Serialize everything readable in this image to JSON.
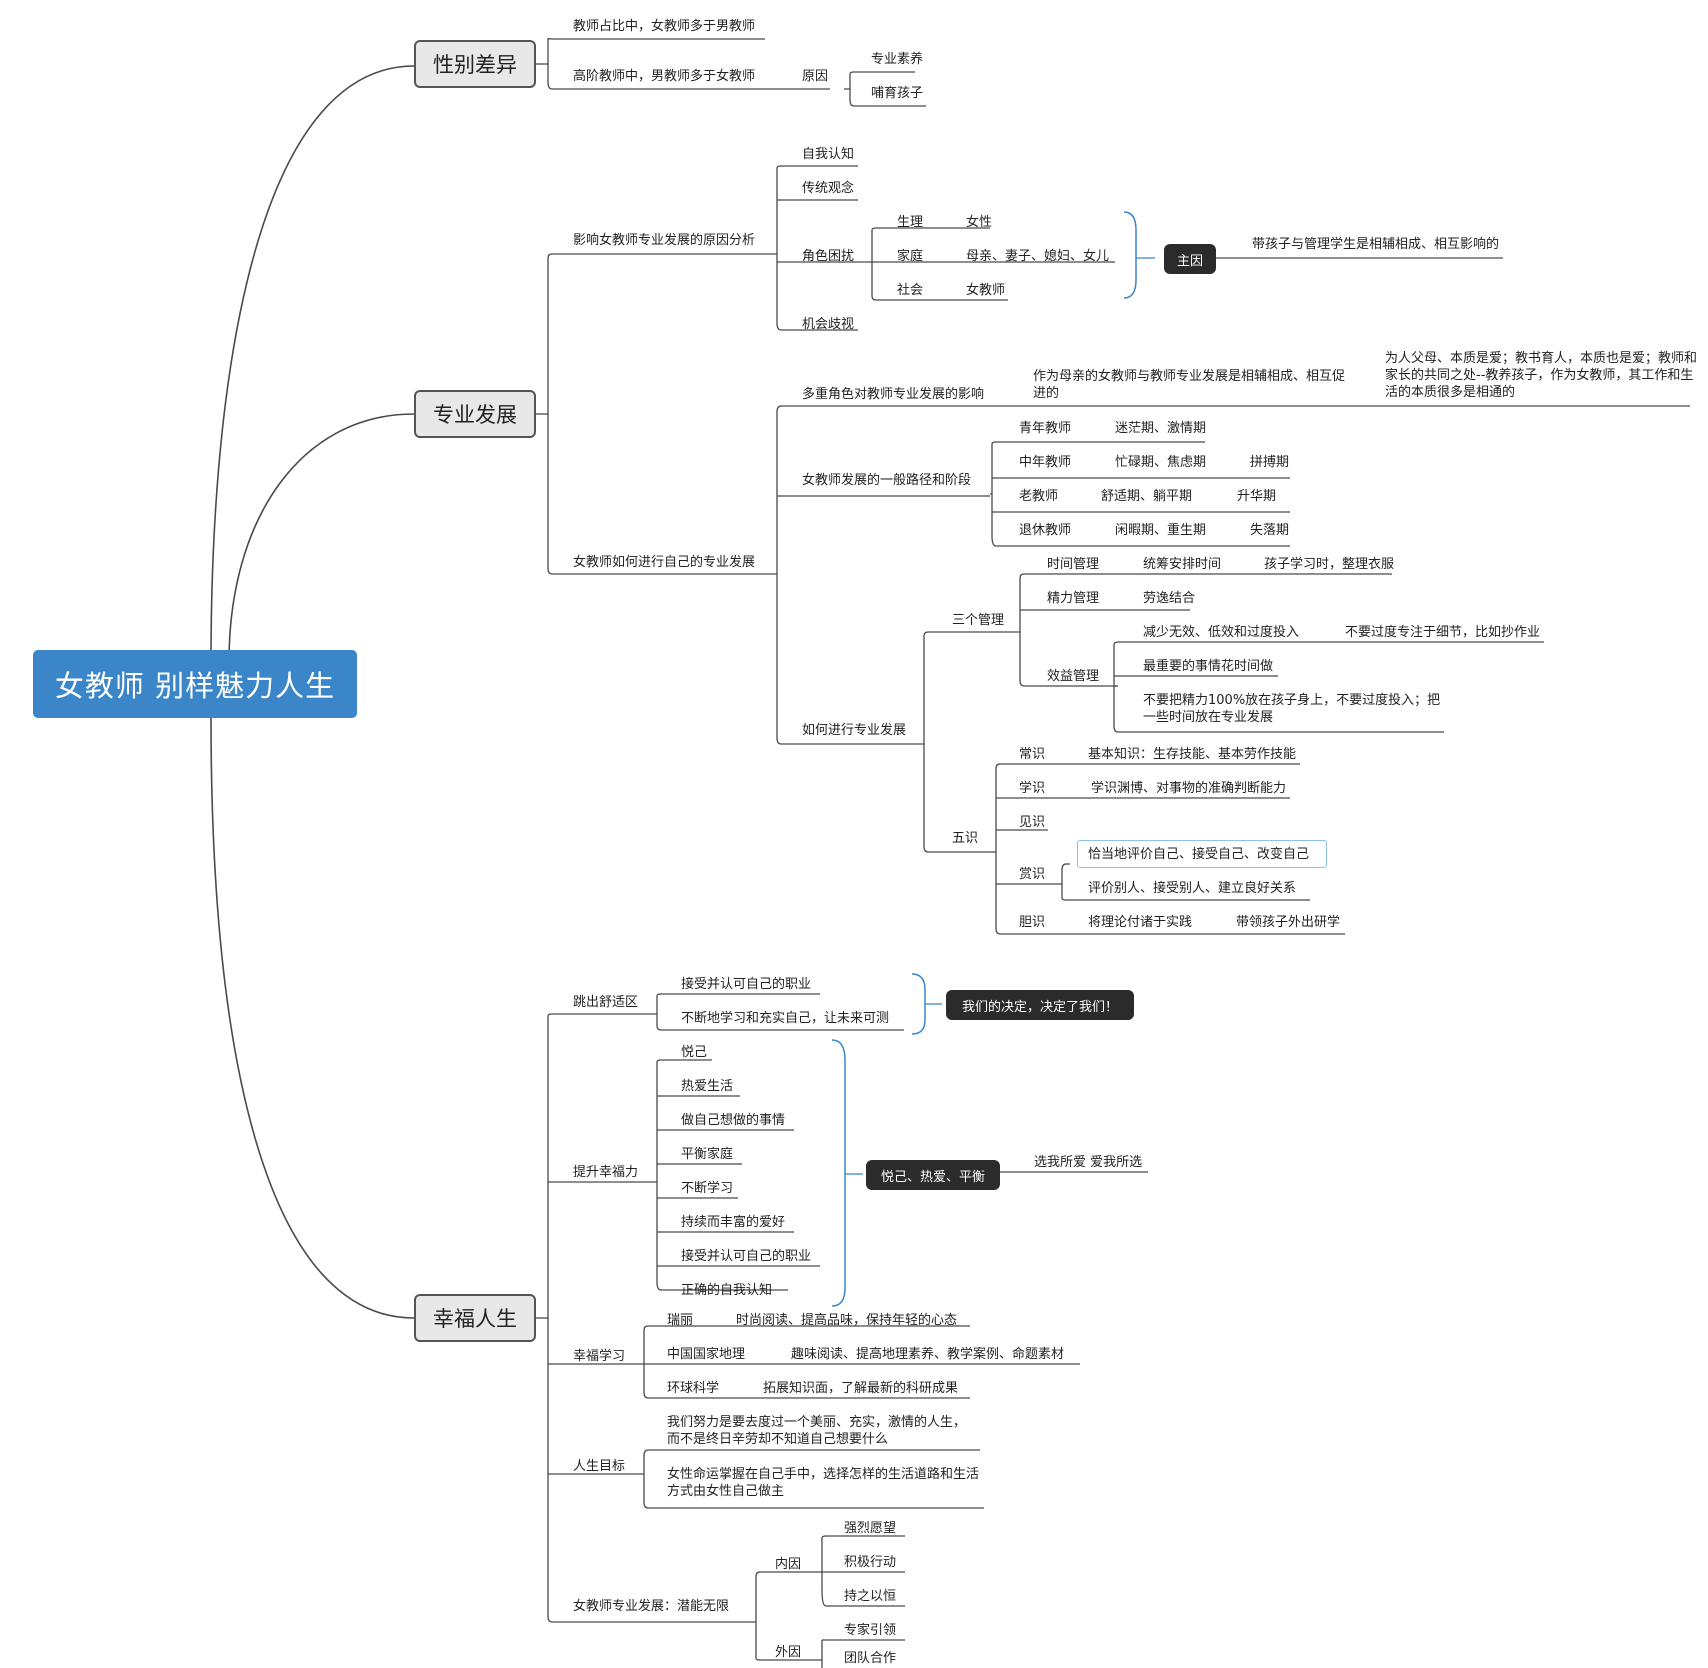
{
  "root": "女教师 别样魅力人生",
  "gender": {
    "title": "性别差异",
    "ratio": "教师占比中，女教师多于男教师",
    "senior": "高阶教师中，男教师多于女教师",
    "reason": "原因",
    "reasons": [
      "专业素养",
      "哺育孩子"
    ]
  },
  "prof": {
    "title": "专业发展",
    "causes": {
      "title": "影响女教师专业发展的原因分析",
      "self": "自我认知",
      "tradition": "传统观念",
      "role": "角色困扰",
      "opportunity": "机会歧视",
      "rows": [
        {
          "k": "生理",
          "v": "女性"
        },
        {
          "k": "家庭",
          "v": "母亲、妻子、媳妇、女儿"
        },
        {
          "k": "社会",
          "v": "女教师"
        }
      ],
      "main_cause": "主因",
      "main_cause_note": "带孩子与管理学生是相辅相成、相互影响的"
    },
    "how": {
      "title": "女教师如何进行自己的专业发展",
      "multi": "多重角色对教师专业发展的影响",
      "multi_note": "作为母亲的女教师与教师专业发展是相辅相成、相互促进的",
      "multi_note2": "为人父母、本质是爱；教书育人，本质也是爱；教师和家长的共同之处--教养孩子，作为女教师，其工作和生活的本质很多是相通的",
      "path": "女教师发展的一般路径和阶段",
      "stages": [
        {
          "who": "青年教师",
          "phase": "迷茫期、激情期",
          "next": ""
        },
        {
          "who": "中年教师",
          "phase": "忙碌期、焦虑期",
          "next": "拼搏期"
        },
        {
          "who": "老教师",
          "phase": "舒适期、躺平期",
          "next": "升华期"
        },
        {
          "who": "退休教师",
          "phase": "闲暇期、重生期",
          "next": "失落期"
        }
      ],
      "doing": "如何进行专业发展",
      "three": "三个管理",
      "time_mgmt": "时间管理",
      "time_plan": "统筹安排时间",
      "time_note": "孩子学习时，整理衣服",
      "energy": "精力管理",
      "energy_note": "劳逸结合",
      "benefit": "效益管理",
      "benefit_a": "减少无效、低效和过度投入",
      "benefit_a_note": "不要过度专注于细节，比如抄作业",
      "benefit_b": "最重要的事情花时间做",
      "benefit_c": "不要把精力100%放在孩子身上，不要过度投入；把一些时间放在专业发展",
      "five": "五识",
      "common": "常识",
      "common_note": "基本知识：生存技能、基本劳作技能",
      "learn": "学识",
      "learn_note": "学识渊博、对事物的准确判断能力",
      "view": "见识",
      "appre": "赏识",
      "appre_a": "恰当地评价自己、接受自己、改变自己",
      "appre_b": "评价别人、接受别人、建立良好关系",
      "courage": "胆识",
      "courage_note": "将理论付诸于实践",
      "courage_note2": "带领孩子外出研学"
    }
  },
  "happy": {
    "title": "幸福人生",
    "comfort": "跳出舒适区",
    "comfort_items": [
      "接受并认可自己的职业",
      "不断地学习和充实自己，让未来可测"
    ],
    "decision": "我们的决定，决定了我们！",
    "raise": "提升幸福力",
    "raise_items": [
      "悦己",
      "热爱生活",
      "做自己想做的事情",
      "平衡家庭",
      "不断学习",
      "持续而丰富的爱好",
      "接受并认可自己的职业",
      "正确的自我认知"
    ],
    "summary": "悦己、热爱、平衡",
    "summary_note": "选我所爱 爱我所选",
    "study": "幸福学习",
    "study_items": [
      {
        "k": "瑞丽",
        "v": "时尚阅读、提高品味，保持年轻的心态"
      },
      {
        "k": "中国国家地理",
        "v": "趣味阅读、提高地理素养、教学案例、命题素材"
      },
      {
        "k": "环球科学",
        "v": "拓展知识面，了解最新的科研成果"
      }
    ],
    "goal": "人生目标",
    "goal_a": "我们努力是要去度过一个美丽、充实，激情的人生，而不是终日辛劳却不知道自己想要什么",
    "goal_b": "女性命运掌握在自己手中，选择怎样的生活道路和生活方式由女性自己做主",
    "potential": "女教师专业发展：潜能无限",
    "inner": "内因",
    "inner_items": [
      "强烈愿望",
      "积极行动",
      "持之以恒"
    ],
    "outer": "外因",
    "outer_items": [
      "专家引领",
      "团队合作"
    ]
  }
}
